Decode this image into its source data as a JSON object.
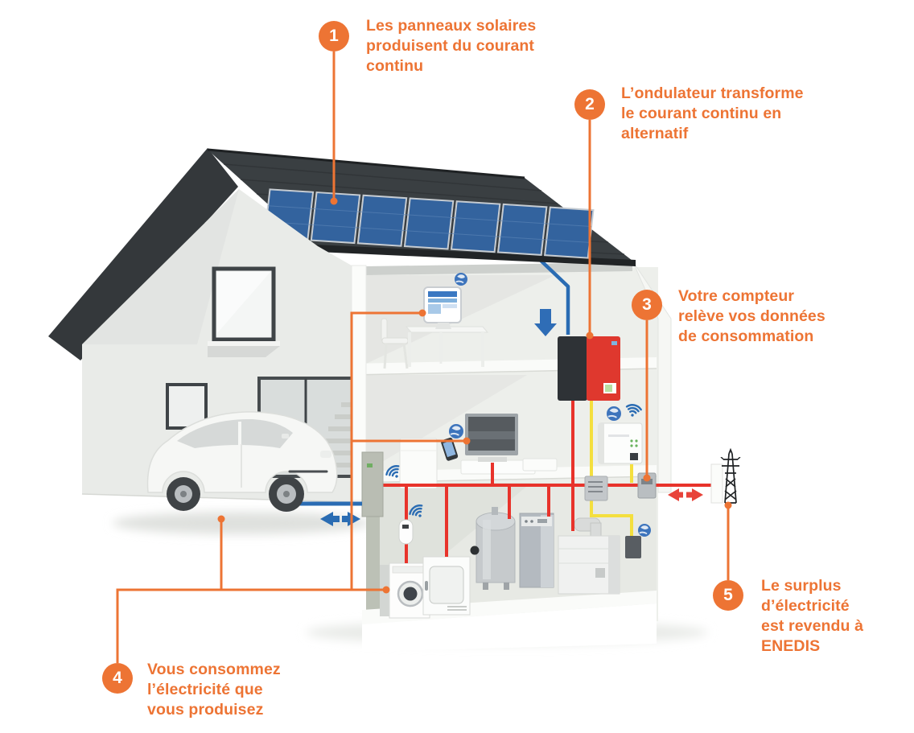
{
  "colors": {
    "accent": "#ED7434",
    "dc_cable_blue": "#2A6CB3",
    "ac_cable_red": "#E8332B",
    "data_cable_yellow": "#F4DF3E",
    "roof_dark": "#3A3F42",
    "panel_blue": "#33639E"
  },
  "icons": {
    "wifi": "wifi-signal",
    "globe": "internet-monitoring-globe",
    "tower": "electricity-grid-pylon",
    "dc_arrow": "dc-flow-down-arrow",
    "ev_arrows": "bidirectional-charging-arrows",
    "grid_arrows": "bidirectional-grid-arrows"
  },
  "steps": {
    "s1": {
      "number": "1",
      "lines": {
        "l1": "Les panneaux solaires",
        "l2": "produisent du courant",
        "l3": "continu"
      }
    },
    "s2": {
      "number": "2",
      "lines": {
        "l1": "L’ondulateur transforme",
        "l2": "le courant continu en",
        "l3": "alternatif"
      }
    },
    "s3": {
      "number": "3",
      "lines": {
        "l1": "Votre compteur",
        "l2": "relève vos données",
        "l3": "de consommation"
      }
    },
    "s4": {
      "number": "4",
      "lines": {
        "l1": "Vous consommez",
        "l2": "l’électricité que",
        "l3": "vous produisez"
      }
    },
    "s5": {
      "number": "5",
      "lines": {
        "l1": "Le surplus",
        "l2": "d’électricité",
        "l3": "est revendu à",
        "l4": "ENEDIS"
      }
    }
  }
}
